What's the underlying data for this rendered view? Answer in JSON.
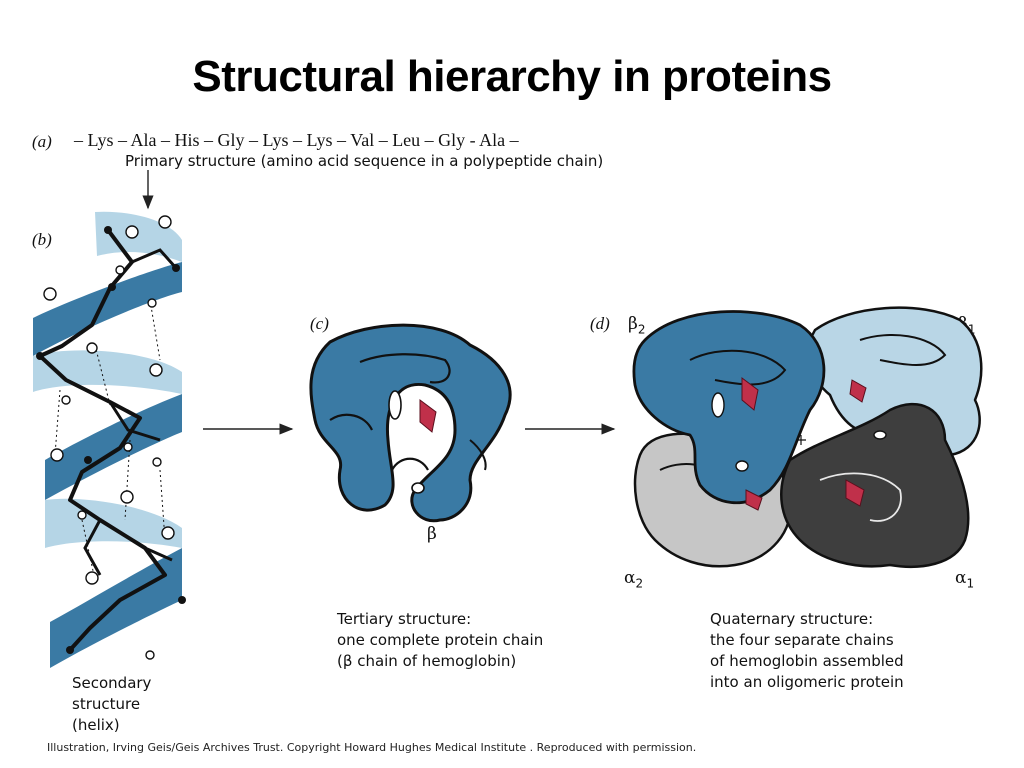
{
  "title": "Structural hierarchy in proteins",
  "panels": {
    "a": {
      "tag": "(a)",
      "sequence": "– Lys – Ala – His – Gly – Lys – Lys – Val – Leu – Gly - Ala –",
      "caption": "Primary structure (amino acid sequence in a polypeptide chain)"
    },
    "b": {
      "tag": "(b)",
      "caption": [
        "Secondary",
        "structure",
        "(helix)"
      ]
    },
    "c": {
      "tag": "(c)",
      "chain_label": "β",
      "caption": [
        "Tertiary structure:",
        "one complete protein chain",
        "(β chain of hemoglobin)"
      ]
    },
    "d": {
      "tag": "(d)",
      "labels": {
        "beta2": {
          "sym": "β",
          "sub": "2"
        },
        "beta1": {
          "sym": "β",
          "sub": "1"
        },
        "alpha2": {
          "sym": "α",
          "sub": "2"
        },
        "alpha1": {
          "sym": "α",
          "sub": "1"
        }
      },
      "caption": [
        "Quaternary structure:",
        "the four separate chains",
        "of hemoglobin assembled",
        "into an oligomeric protein"
      ]
    }
  },
  "credit": "Illustration, Irving Geis/Geis Archives Trust. Copyright Howard Hughes Medical Institute . Reproduced with permission.",
  "colors": {
    "ribbon_blue": "#3a7aa4",
    "ribbon_light": "#b5d5e6",
    "chain_light_blue": "#b9d6e6",
    "chain_gray": "#c6c6c6",
    "chain_dark": "#3e3e3e",
    "heme": "#c0304a"
  }
}
